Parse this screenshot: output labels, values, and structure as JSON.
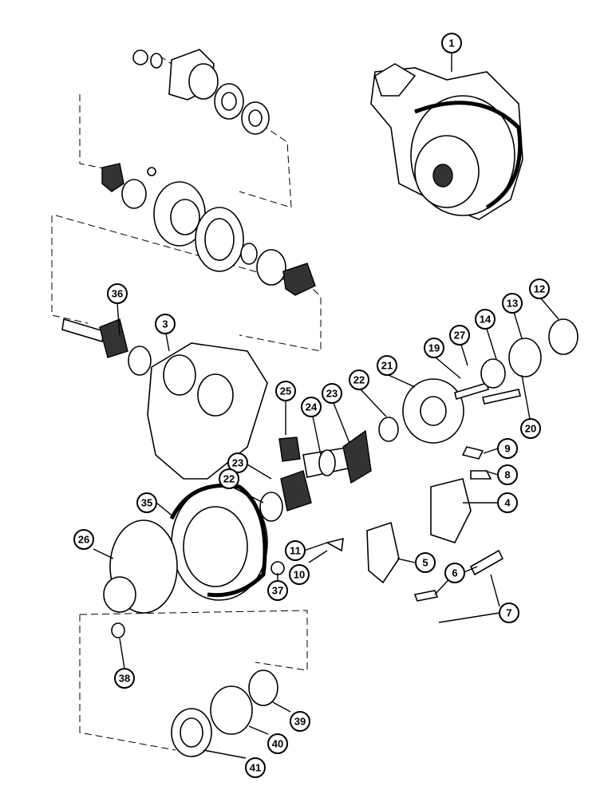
{
  "callouts": [
    "1",
    "3",
    "36",
    "25",
    "24",
    "23",
    "22",
    "21",
    "19",
    "27",
    "14",
    "13",
    "12",
    "20",
    "9",
    "8",
    "4",
    "23",
    "22",
    "35",
    "26",
    "11",
    "10",
    "37",
    "5",
    "6",
    "7",
    "38",
    "39",
    "40",
    "41"
  ]
}
